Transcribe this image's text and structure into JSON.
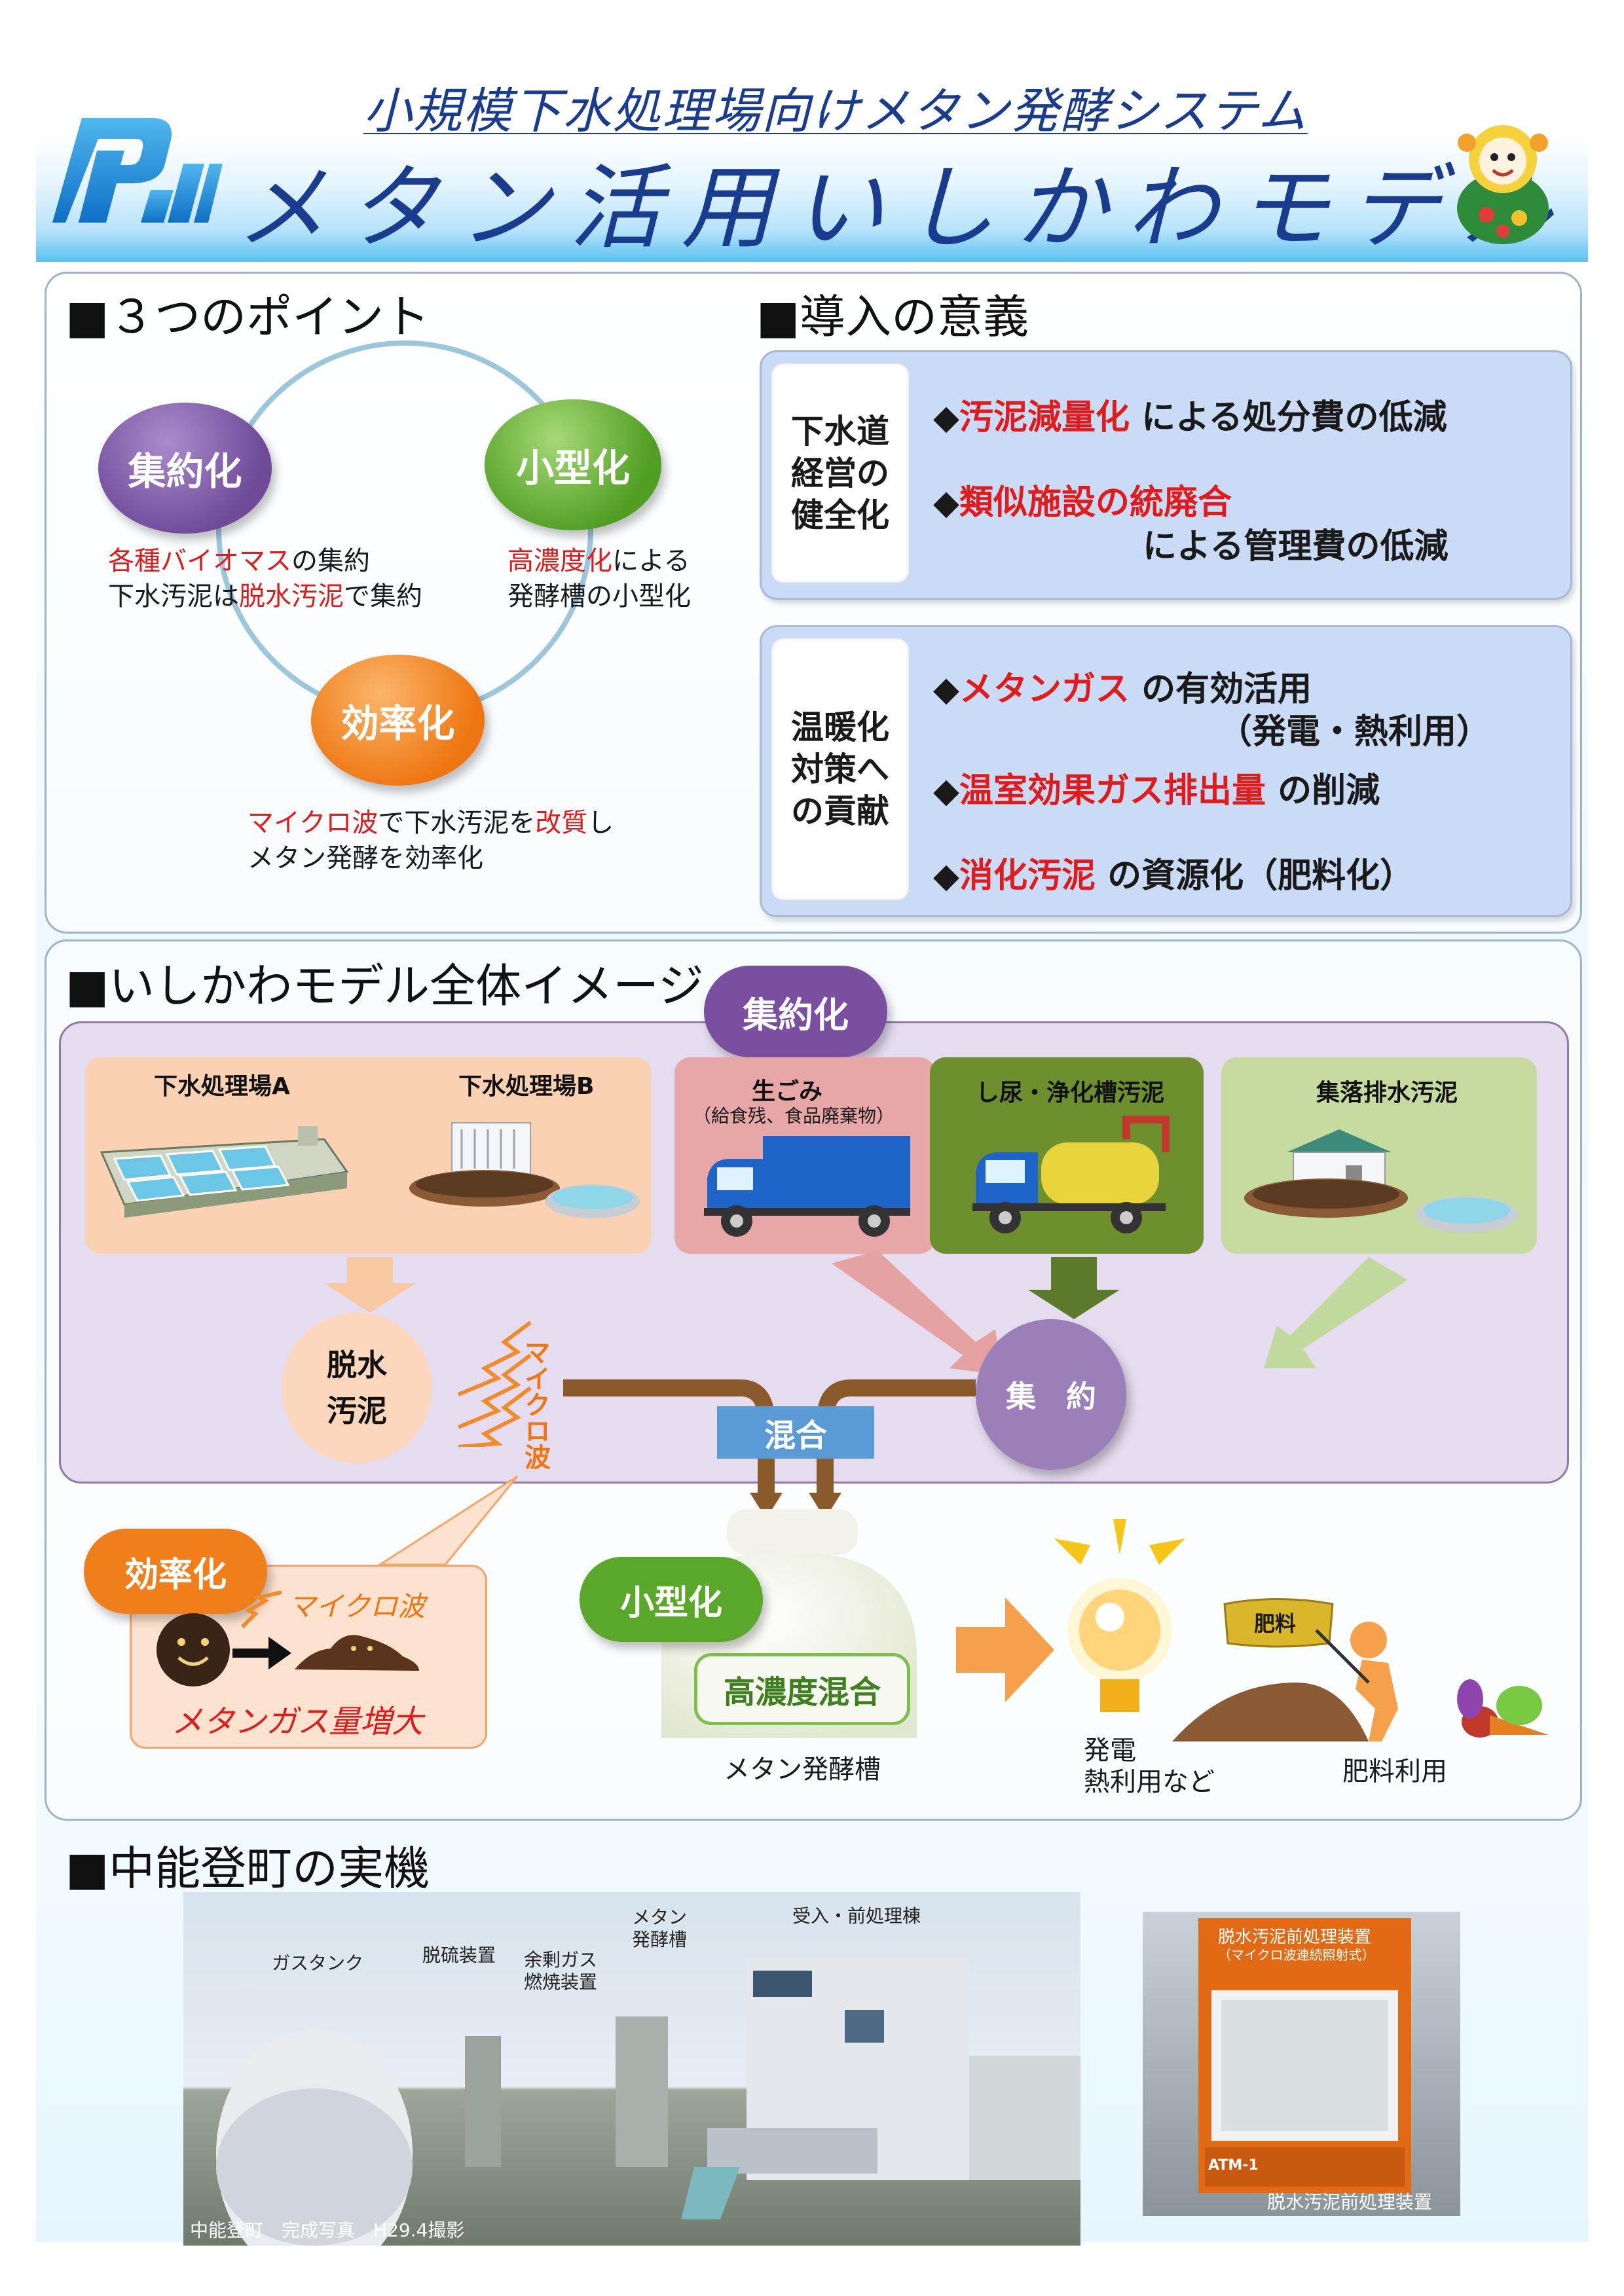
{
  "header": {
    "subtitle": "小規模下水処理場向けメタン発酵システム",
    "title": "メタン活用いしかわモデル",
    "logo": "ishikawa-prefecture-logo",
    "mascot": "mascot-character"
  },
  "points": {
    "title": "■３つのポイント",
    "aggregation": {
      "label": "集約化",
      "desc_line1_red": "各種バイオマス",
      "desc_line1_rest": "の集約",
      "desc_line2_a": "下水汚泥は",
      "desc_line2_red": "脱水汚泥",
      "desc_line2_b": "で集約"
    },
    "downsizing": {
      "label": "小型化",
      "desc_line1_red": "高濃度化",
      "desc_line1_rest": "による",
      "desc_line2": "発酵槽の小型化"
    },
    "efficiency": {
      "label": "効率化",
      "desc_line1_red1": "マイクロ波",
      "desc_line1_mid": "で下水汚泥を",
      "desc_line1_red2": "改質",
      "desc_line1_end": "し",
      "desc_line2": "メタン発酵を効率化"
    }
  },
  "significance": {
    "title": "■導入の意義",
    "box1": {
      "label_lines": [
        "下水道",
        "経営の",
        "健全化"
      ],
      "items": [
        {
          "marker": "◆",
          "red": "汚泥減量化",
          "rest": " による処分費の低減"
        },
        {
          "marker": "◆",
          "red": "類似施設の統廃合",
          "rest": ""
        }
      ],
      "item2_line2": "による管理費の低減"
    },
    "box2": {
      "label_lines": [
        "温暖化",
        "対策へ",
        "の貢献"
      ],
      "items": [
        {
          "marker": "◆",
          "red": "メタンガス",
          "rest": " の有効活用"
        },
        {
          "marker": "◆",
          "red": "温室効果ガス排出量",
          "rest": " の削減"
        },
        {
          "marker": "◆",
          "red": "消化汚泥",
          "rest": " の資源化（肥料化）"
        }
      ],
      "item1_line2": "（発電・熱利用）"
    }
  },
  "overview": {
    "title": "■いしかわモデル全体イメージ",
    "aggregation_badge": "集約化",
    "plant_a": "下水処理場A",
    "plant_b": "下水処理場B",
    "garbage_title": "生ごみ",
    "garbage_sub": "（給食残、食品廃棄物）",
    "night_soil": "し尿・浄化槽汚泥",
    "village": "集落排水汚泥",
    "dewatered_line1": "脱水",
    "dewatered_line2": "汚泥",
    "microwave_vertical": "マイクロ波",
    "collect": "集　約",
    "mix": "混合",
    "efficiency_badge": "効率化",
    "microwave_label": "マイクロ波",
    "gas_increase": "メタンガス量増大",
    "downsizing_badge": "小型化",
    "high_conc": "高濃度混合",
    "digester": "メタン発酵槽",
    "fertilizer_bag": "肥料",
    "power_line1": "発電",
    "power_line2": "熱利用など",
    "fertilizer_use": "肥料利用",
    "colors": {
      "aggregation": "#7a4fa0",
      "downsizing": "#5aa82a",
      "efficiency": "#f07e1a",
      "lavender": "#e6dcef"
    }
  },
  "facility": {
    "title": "■中能登町の実機",
    "photo_labels": {
      "gas_tank": "ガスタンク",
      "desulfurizer": "脱硫装置",
      "excess_gas_line1": "余剰ガス",
      "excess_gas_line2": "燃焼装置",
      "digester_line1": "メタン",
      "digester_line2": "発酵槽",
      "receiving": "受入・前処理棟",
      "caption": "中能登町　完成写真　H29.4撮影"
    },
    "device_caption": "脱水汚泥前処理装置",
    "device_plate1": "脱水汚泥前処理装置",
    "device_plate2": "（マイクロ波連続照射式）",
    "device_model": "ATM-1"
  }
}
